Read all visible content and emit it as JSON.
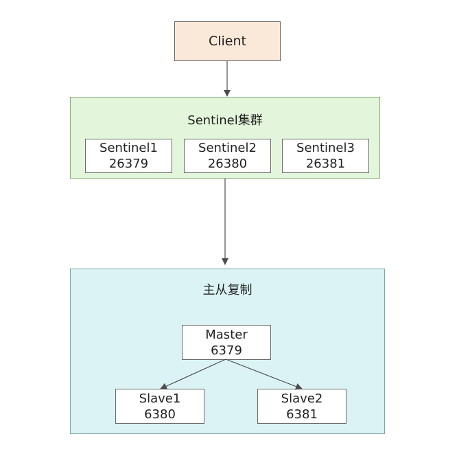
{
  "client": {
    "label": "Client"
  },
  "sentinel_cluster": {
    "title": "Sentinel集群",
    "nodes": [
      {
        "name": "Sentinel1",
        "port": "26379"
      },
      {
        "name": "Sentinel2",
        "port": "26380"
      },
      {
        "name": "Sentinel3",
        "port": "26381"
      }
    ]
  },
  "replication": {
    "title": "主从复制",
    "master": {
      "name": "Master",
      "port": "6379"
    },
    "slaves": [
      {
        "name": "Slave1",
        "port": "6380"
      },
      {
        "name": "Slave2",
        "port": "6381"
      }
    ]
  },
  "colors": {
    "client_fill": "#fae8d9",
    "sentinel_group_fill": "#e3f5db",
    "replication_group_fill": "#dbf3f4",
    "node_fill": "#ffffff",
    "edge": "#4d4d4d"
  }
}
